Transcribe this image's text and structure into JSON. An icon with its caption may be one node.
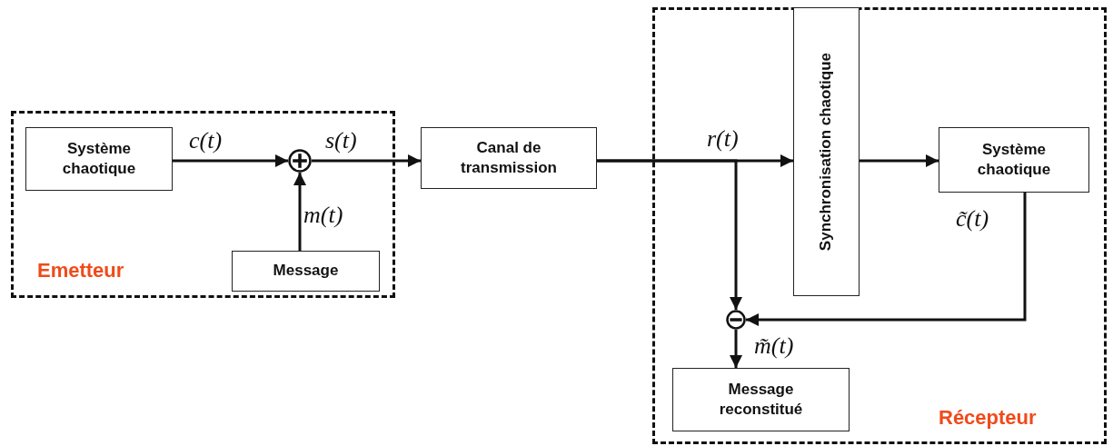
{
  "diagram": {
    "nodes": [
      {
        "text": [
          "Emetteur"
        ]
      },
      {
        "text": [
          "Système chaotique"
        ],
        "in": 0
      },
      {
        "text": [],
        "shape": "circle",
        "in": 0
      },
      {
        "text": [
          "Message"
        ],
        "in": 0
      },
      {
        "text": [
          "Canal de transmission"
        ]
      },
      {
        "text": [
          "Récepteur"
        ]
      },
      {
        "text": [
          "Synchronisation chaotique"
        ],
        "in": 5
      },
      {
        "text": [
          "Système chaotique"
        ],
        "in": 5
      },
      {
        "text": [],
        "shape": "circle",
        "in": 5
      },
      {
        "text": [
          "Message reconstitué"
        ],
        "in": 5
      }
    ],
    "edges": [
      {
        "from": 1,
        "to": 2,
        "arrow": "to",
        "label": "c(t)"
      },
      {
        "from": 3,
        "to": 2,
        "arrow": "to",
        "label": "m(t)"
      },
      {
        "from": 2,
        "to": 4,
        "arrow": "to",
        "label": "s(t)"
      },
      {
        "from": 4,
        "to": 6,
        "arrow": "to",
        "label": "r(t)"
      },
      {
        "from": 4,
        "to": 8,
        "arrow": "to"
      },
      {
        "from": 6,
        "to": 7,
        "arrow": "to"
      },
      {
        "from": 7,
        "to": 8,
        "arrow": "to",
        "label": "c̃(t)"
      },
      {
        "from": 8,
        "to": 9,
        "arrow": "to",
        "label": "m̃(t)"
      }
    ]
  }
}
